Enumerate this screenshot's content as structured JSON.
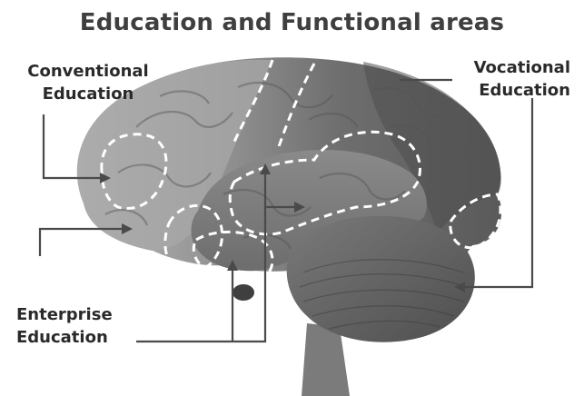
{
  "title": "Education and Functional areas",
  "labels": {
    "conventional": {
      "line1": "Conventional",
      "line2": "Education"
    },
    "vocational": {
      "line1": "Vocational",
      "line2": "Education"
    },
    "enterprise": {
      "line1": "Enterprise",
      "line2": "Education"
    }
  },
  "colors": {
    "background": "#ffffff",
    "title": "#3f3f3f",
    "label": "#2a2a2a",
    "connector": "#4a4a4a",
    "highlight": "#ffffff"
  }
}
